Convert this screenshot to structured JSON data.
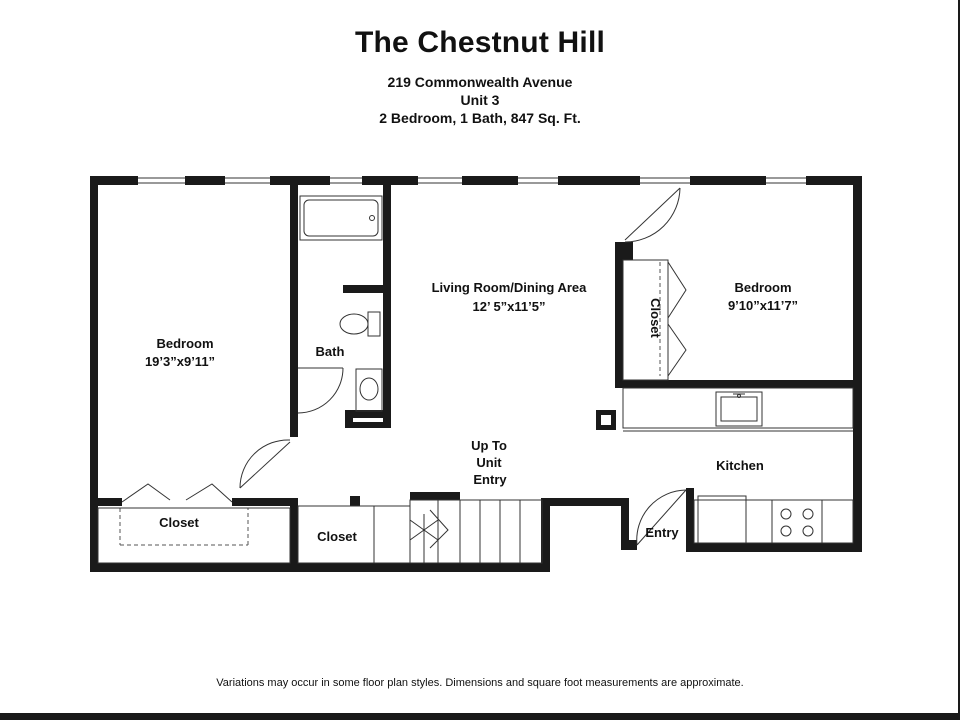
{
  "header": {
    "title": "The Chestnut Hill",
    "address": "219 Commonwealth Avenue",
    "unit": "Unit 3",
    "summary": "2 Bedroom, 1 Bath, 847 Sq. Ft."
  },
  "rooms": {
    "bedroom_left": {
      "name": "Bedroom",
      "size": "19’3”x9’11”"
    },
    "bath": {
      "name": "Bath"
    },
    "living": {
      "name": "Living Room/Dining Area",
      "size": "12’ 5”x11’5”"
    },
    "bedroom_right": {
      "name": "Bedroom",
      "size": "9’10”x11’7”"
    },
    "closet_right": {
      "name": "Closet"
    },
    "closet_left": {
      "name": "Closet"
    },
    "closet_hall": {
      "name": "Closet"
    },
    "stairs": {
      "line1": "Up To",
      "line2": "Unit",
      "line3": "Entry"
    },
    "kitchen": {
      "name": "Kitchen"
    },
    "entry": {
      "name": "Entry"
    }
  },
  "footer": {
    "disclaimer": "Variations may occur in some floor plan styles. Dimensions and square foot measurements are approximate."
  },
  "colors": {
    "wall": "#1a1a1a",
    "line": "#333333",
    "background": "#ffffff"
  }
}
